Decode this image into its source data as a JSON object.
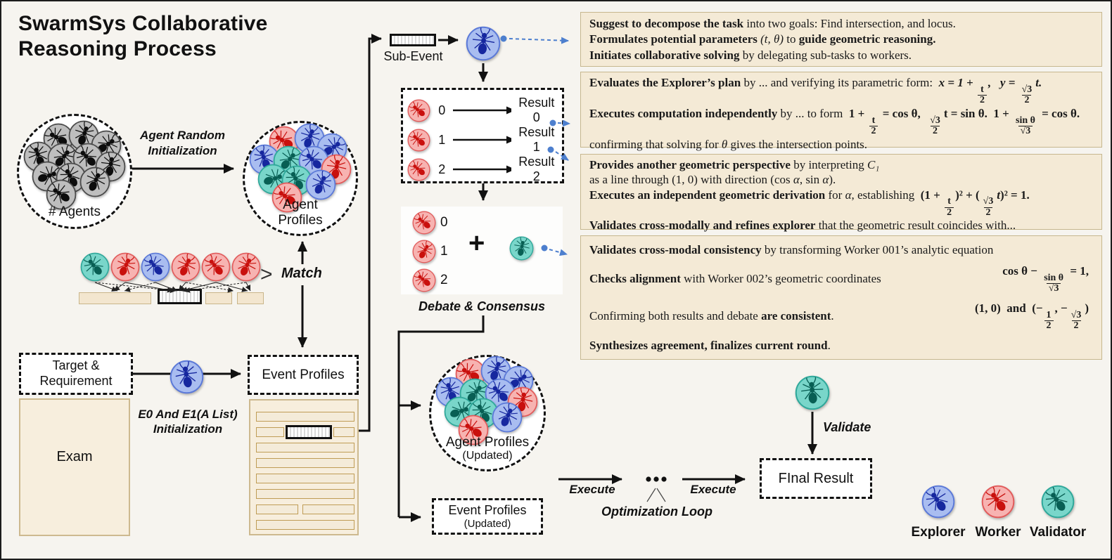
{
  "title": {
    "line1": "SwarmSys Collaborative",
    "line2": "Reasoning Process"
  },
  "left_flow": {
    "agents_label": "# Agents",
    "random_init_label": "Agent Random\nInitialization",
    "agent_profiles_label": "Agent\nProfiles",
    "match_gt": ">",
    "match_label": "Match"
  },
  "bottom_left": {
    "target_label": "Target &\nRequirement",
    "exam_label": "Exam",
    "e0_init_label": "E0 And E1(A List)\nInitialization",
    "event_profiles_label": "Event Profiles"
  },
  "center_flow": {
    "sub_event_label": "Sub-Event",
    "results": [
      {
        "index": "0",
        "label": "Result 0"
      },
      {
        "index": "1",
        "label": "Result 1"
      },
      {
        "index": "2",
        "label": "Result 2"
      }
    ],
    "debate_indices": [
      "0",
      "1",
      "2"
    ],
    "plus": "+",
    "debate_label": "Debate & Consensus",
    "agent_profiles_updated_label": "Agent Profiles",
    "agent_profiles_updated_sub": "(Updated)",
    "event_profiles_updated_label": "Event Profiles",
    "event_profiles_updated_sub": "(Updated)"
  },
  "bottom_right": {
    "execute1_label": "Execute",
    "execute2_label": "Execute",
    "optimization_label": "Optimization Loop",
    "final_result_label": "FInal Result",
    "validate_label": "Validate"
  },
  "legend": [
    {
      "role": "explorer",
      "label": "Explorer"
    },
    {
      "role": "worker",
      "label": "Worker"
    },
    {
      "role": "validator",
      "label": "Validator"
    }
  ],
  "colors": {
    "explorer": "#a9bdf0",
    "worker": "#f7b3b1",
    "validator": "#79d6ca",
    "neutral": "#bebebe",
    "connector_blue": "#4d7fce",
    "note_bg": "#f4ead6",
    "panel_bg": "#f7eedd",
    "bar_border": "#bf9c55"
  },
  "notes": [
    {
      "lines": [
        {
          "segs": [
            {
              "t": "Suggest to decompose the task",
              "b": 1
            },
            {
              "t": " into two goals: Find intersection, and locus."
            }
          ]
        },
        {
          "segs": [
            {
              "t": "Formulates potential parameters ",
              "b": 1
            },
            {
              "t": "(t, θ)",
              "i": 1
            },
            {
              "t": " to "
            },
            {
              "t": "guide geometric reasoning.",
              "b": 1
            }
          ]
        },
        {
          "segs": [
            {
              "t": "Initiates collaborative solving",
              "b": 1
            },
            {
              "t": " by delegating sub-tasks to workers."
            }
          ]
        }
      ]
    },
    {
      "lines": [
        {
          "segs": [
            {
              "t": "Evaluates the Explorer’s plan",
              "b": 1
            },
            {
              "t": " by ... and verifying its parametric form:  "
            },
            {
              "t": "x = 1 + ",
              "b": 1,
              "i": 1
            },
            {
              "frac": [
                "t",
                "2"
              ],
              "b": 1
            },
            {
              "t": ",   y = ",
              "b": 1,
              "i": 1
            },
            {
              "frac": [
                "√3",
                "2"
              ],
              "b": 1
            },
            {
              "t": "t.",
              "b": 1,
              "i": 1
            }
          ]
        },
        {
          "segs": [
            {
              "t": "Executes computation independently",
              "b": 1
            },
            {
              "t": " by ... to form  "
            },
            {
              "t": "1 + ",
              "b": 1
            },
            {
              "frac": [
                "t",
                "2"
              ],
              "b": 1
            },
            {
              "t": " = cos θ,  ",
              "b": 1
            },
            {
              "frac": [
                "√3",
                "2"
              ],
              "b": 1
            },
            {
              "t": "t = sin θ.  1 + ",
              "b": 1
            },
            {
              "frac": [
                "sin θ",
                "√3"
              ],
              "b": 1
            },
            {
              "t": " = cos θ.",
              "b": 1
            }
          ]
        },
        {
          "segs": [
            {
              "t": "confirming that solving for "
            },
            {
              "t": "θ",
              "i": 1
            },
            {
              "t": " gives the intersection points."
            }
          ]
        }
      ]
    },
    {
      "lines": [
        {
          "segs": [
            {
              "t": "Provides another geometric perspective",
              "b": 1
            },
            {
              "t": " by interpreting "
            },
            {
              "t": "C₁",
              "i": 1
            }
          ]
        },
        {
          "segs": [
            {
              "t": "as a line through (1, 0) with direction (cos "
            },
            {
              "t": "α",
              "i": 1
            },
            {
              "t": ", sin "
            },
            {
              "t": "α",
              "i": 1
            },
            {
              "t": ")."
            }
          ]
        },
        {
          "segs": [
            {
              "t": "Executes an independent geometric derivation",
              "b": 1
            },
            {
              "t": " for "
            },
            {
              "t": "α",
              "i": 1
            },
            {
              "t": ", establishing  "
            },
            {
              "t": "(1 + ",
              "b": 1
            },
            {
              "frac": [
                "t",
                "2"
              ],
              "b": 1
            },
            {
              "t": ")² + (",
              "b": 1
            },
            {
              "frac": [
                "√3",
                "2"
              ],
              "b": 1
            },
            {
              "t": "t",
              "b": 1,
              "i": 1
            },
            {
              "t": ")² = 1.",
              "b": 1
            }
          ]
        },
        {
          "segs": [
            {
              "t": "Validates cross-modally and refines explorer",
              "b": 1
            },
            {
              "t": " that the geometric result coincides with..."
            }
          ]
        }
      ]
    },
    {
      "lines": [
        {
          "segs": [
            {
              "t": "Validates cross-modal consistency",
              "b": 1
            },
            {
              "t": " by transforming Worker 001’s analytic equation"
            }
          ]
        },
        {
          "segs": [
            {
              "t": "Checks alignment",
              "b": 1
            },
            {
              "t": " with Worker 002’s geometric coordinates"
            }
          ],
          "right": [
            {
              "t": "cos θ − ",
              "b": 1
            },
            {
              "frac": [
                "sin θ",
                "√3"
              ],
              "b": 1
            },
            {
              "t": " = 1,",
              "b": 1
            }
          ]
        },
        {
          "segs": [
            {
              "t": "Confirming both results and debate "
            },
            {
              "t": "are consistent",
              "b": 1
            },
            {
              "t": "."
            }
          ],
          "right": [
            {
              "t": "(1, 0)",
              "b": 1
            },
            {
              "t": "  and  ",
              "b": 1
            },
            {
              "t": "(−",
              "b": 1
            },
            {
              "frac": [
                "1",
                "2"
              ],
              "b": 1
            },
            {
              "t": ", −",
              "b": 1
            },
            {
              "frac": [
                "√3",
                "2"
              ],
              "b": 1
            },
            {
              "t": ")",
              "b": 1
            }
          ]
        },
        {
          "segs": [
            {
              "t": "Synthesizes agreement, finalizes current round",
              "b": 1
            },
            {
              "t": "."
            }
          ]
        }
      ]
    }
  ]
}
